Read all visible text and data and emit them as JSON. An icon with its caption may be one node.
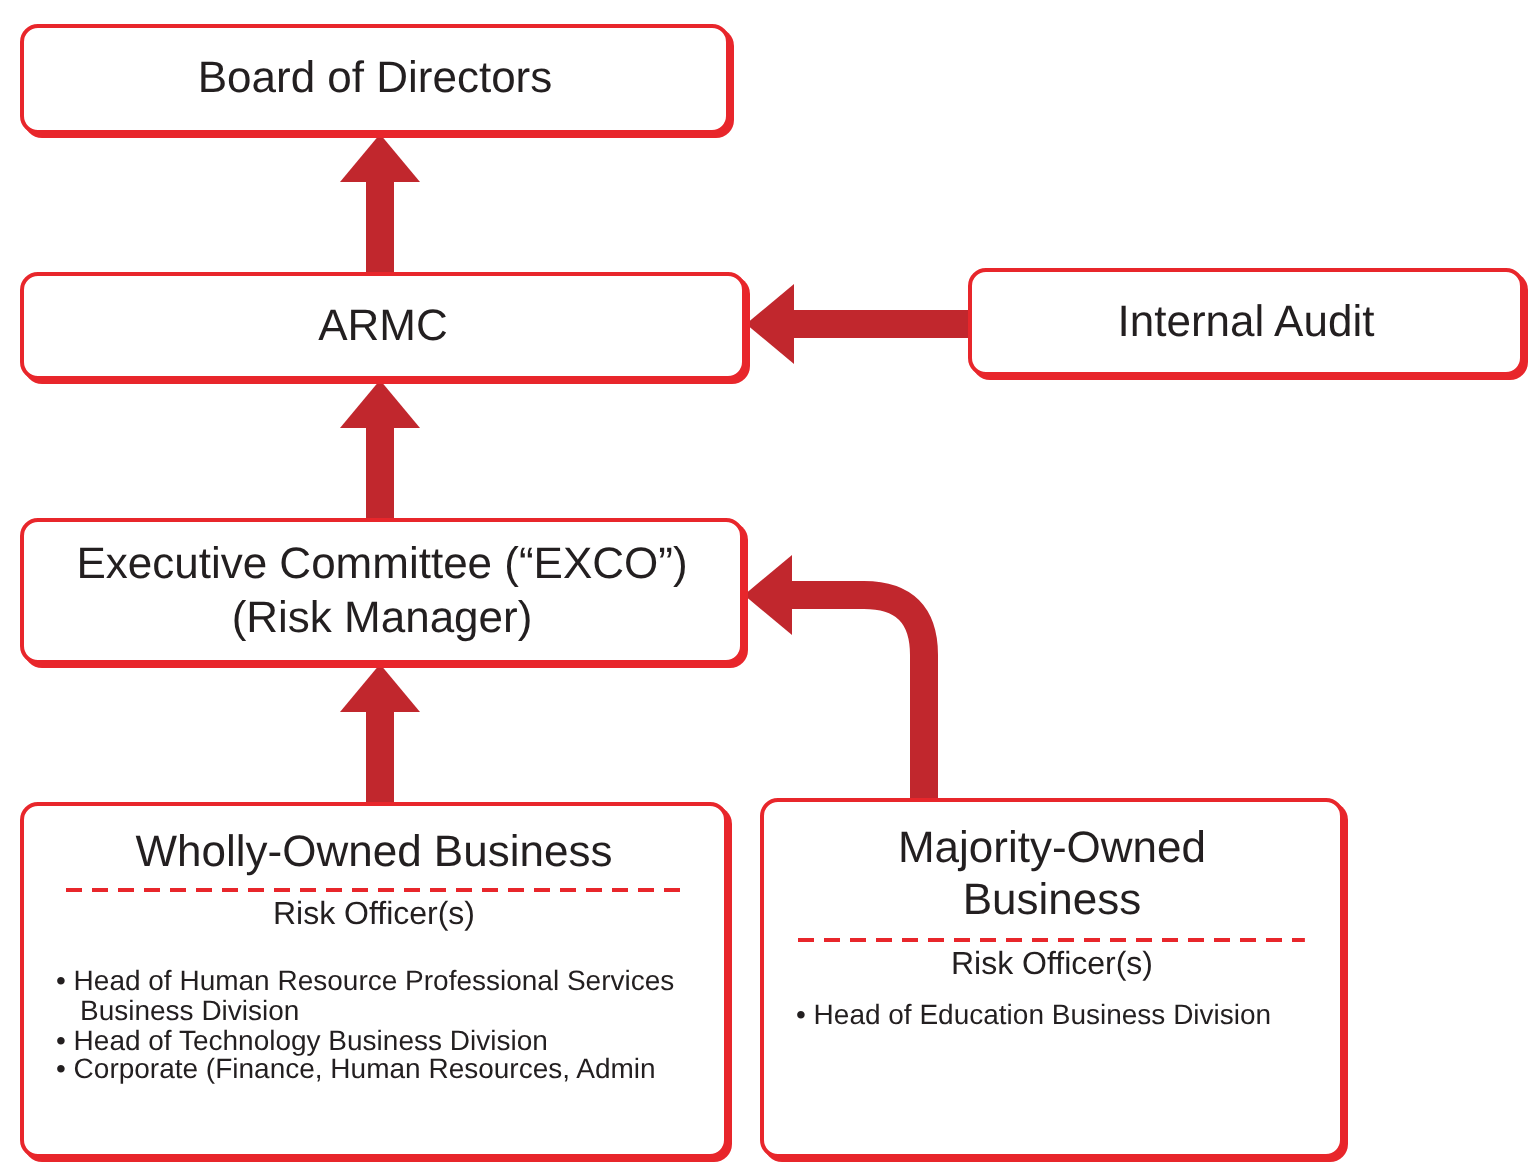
{
  "diagram": {
    "nodes": [
      {
        "text": [
          "Board of Directors"
        ]
      },
      {
        "text": [
          "ARMC"
        ]
      },
      {
        "text": [
          "Internal Audit"
        ]
      },
      {
        "text": [
          "Executive Committee (“EXCO”)",
          "(Risk Manager)"
        ]
      },
      {
        "text": [
          "Wholly-Owned Business",
          "Risk Officer(s)",
          "• Head of Human Resource Professional Services Business Division",
          "• Head of Technology Business Division",
          "• Corporate (Finance, Human Resources, Admin"
        ]
      },
      {
        "text": [
          "Majority-Owned Business",
          "Risk Officer(s)",
          "• Head of Education Business Division"
        ]
      }
    ],
    "edges": [
      {
        "from": 1,
        "to": 0,
        "arrow": "to"
      },
      {
        "from": 2,
        "to": 1,
        "arrow": "to"
      },
      {
        "from": 3,
        "to": 1,
        "arrow": "to"
      },
      {
        "from": 4,
        "to": 3,
        "arrow": "to"
      },
      {
        "from": 5,
        "to": 3,
        "arrow": "to"
      }
    ]
  }
}
